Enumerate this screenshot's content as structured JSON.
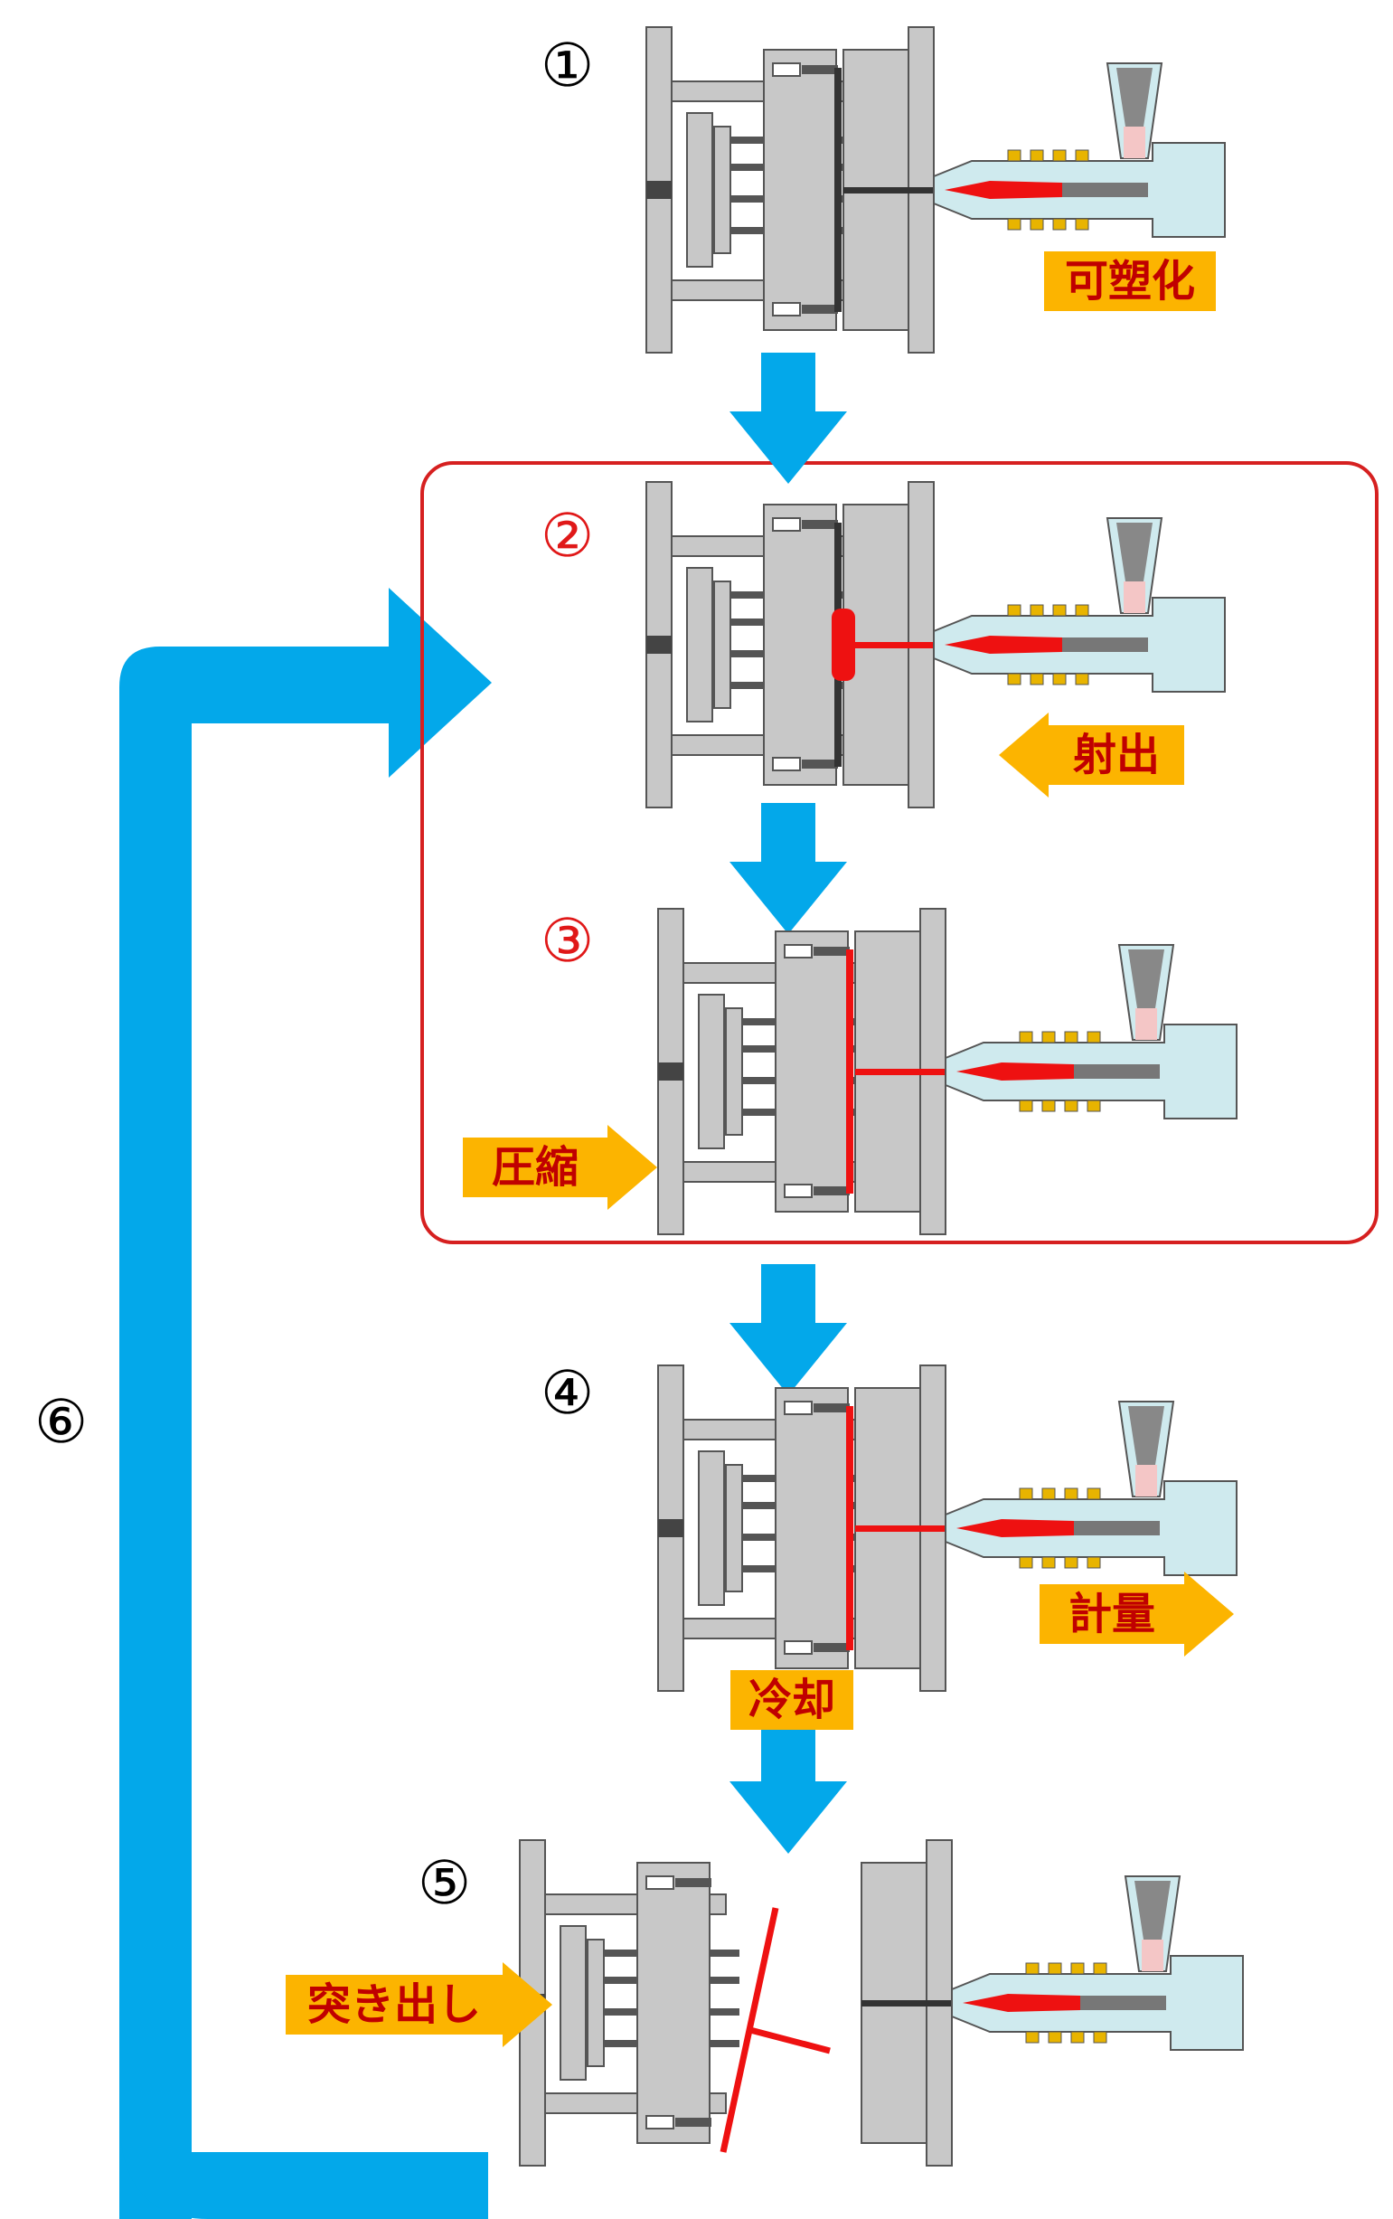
{
  "colors": {
    "flow_arrow": "#03a8ea",
    "label_bg": "#fcb400",
    "label_text": "#c00000",
    "highlight_frame": "#d62020",
    "resin": "#ee1111",
    "mold_fill": "#c8c8c8",
    "cylinder_fill": "#cfeaee"
  },
  "steps": [
    {
      "number": "①",
      "label": "可塑化"
    },
    {
      "number": "②",
      "label": "射出"
    },
    {
      "number": "③",
      "label": "圧縮"
    },
    {
      "number": "④",
      "label": "計量",
      "mold_label": "冷却"
    },
    {
      "number": "⑤",
      "label": "突き出し"
    }
  ],
  "return_step": {
    "number": "⑥"
  },
  "highlight_group": {
    "steps": [
      "②",
      "③"
    ]
  }
}
